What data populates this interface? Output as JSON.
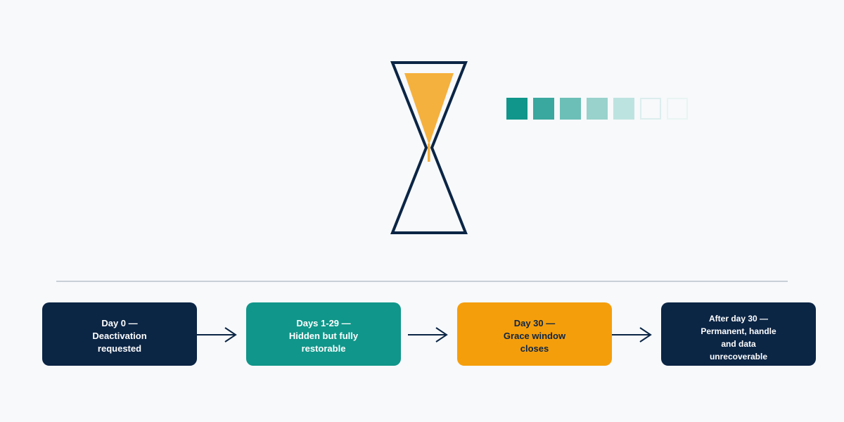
{
  "hourglass": {
    "frame_color": "#0b2545",
    "sand_color": "#f5b13d",
    "sand_remaining": 1.0
  },
  "countdown": {
    "total": 7,
    "cells": [
      {
        "state": "filled",
        "color": "#10968a"
      },
      {
        "state": "filled",
        "color": "#3aa89e"
      },
      {
        "state": "filled",
        "color": "#6cbfb7"
      },
      {
        "state": "filled",
        "color": "#99d2cc"
      },
      {
        "state": "filled",
        "color": "#bde3e0"
      },
      {
        "state": "empty",
        "color": "#dceeed"
      },
      {
        "state": "empty",
        "color": "#e9f4f3"
      }
    ]
  },
  "timeline": {
    "steps": [
      {
        "lines": [
          "Day 0 —",
          "Deactivation",
          "requested"
        ],
        "color": "#0b2545"
      },
      {
        "lines": [
          "Days 1-29 —",
          "Hidden but fully",
          "restorable"
        ],
        "color": "#10968a"
      },
      {
        "lines": [
          "Day 30 —",
          "Grace window",
          "closes"
        ],
        "color": "#f59e0b"
      },
      {
        "lines": [
          "After day 30 —",
          "Permanent, handle",
          "and data",
          "unrecoverable"
        ],
        "color": "#0b2545"
      }
    ],
    "arrow_color": "#0b2545",
    "arrow_icon": "arrow-right-icon"
  }
}
